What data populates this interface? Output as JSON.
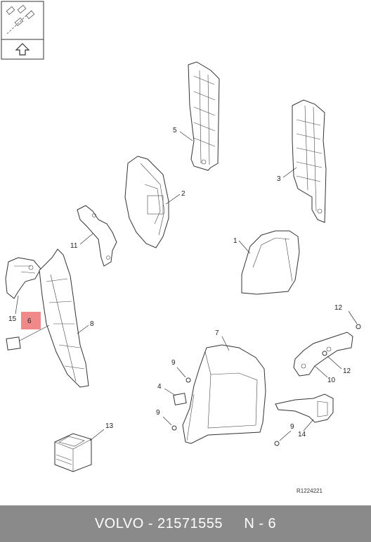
{
  "diagram": {
    "labels": {
      "p1": "1",
      "p2": "2",
      "p3": "3",
      "p4": "4",
      "p5": "5",
      "p6": "6",
      "p7": "7",
      "p8": "8",
      "p9a": "9",
      "p9b": "9",
      "p9c": "9",
      "p10": "10",
      "p11": "11",
      "p12a": "12",
      "p12b": "12",
      "p13": "13",
      "p14": "14",
      "p15": "15"
    },
    "highlight_color": "#f08a8a",
    "reference_code": "R1224221"
  },
  "footer": {
    "text": "VOLVO - 21571555     N - 6"
  }
}
